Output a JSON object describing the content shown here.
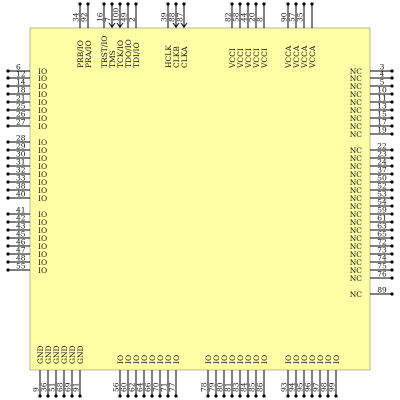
{
  "colors": {
    "body": "#ffffa6",
    "body_border": "#b8b890",
    "ink": "#111111"
  },
  "left_pins": [
    {
      "number": "6",
      "label": "IO"
    },
    {
      "number": "12",
      "label": "IO"
    },
    {
      "number": "14",
      "label": "IO"
    },
    {
      "number": "18",
      "label": "IO"
    },
    {
      "number": "21",
      "label": "IO"
    },
    {
      "number": "25",
      "label": "IO"
    },
    {
      "number": "26",
      "label": "IO"
    },
    {
      "number": "27",
      "label": "IO"
    },
    {
      "number": "28",
      "label": "IO"
    },
    {
      "number": "29",
      "label": "IO"
    },
    {
      "number": "30",
      "label": "IO"
    },
    {
      "number": "31",
      "label": "IO"
    },
    {
      "number": "32",
      "label": "IO"
    },
    {
      "number": "33",
      "label": "IO"
    },
    {
      "number": "38",
      "label": "IO"
    },
    {
      "number": "40",
      "label": "IO"
    },
    {
      "number": "41",
      "label": "IO"
    },
    {
      "number": "42",
      "label": "IO"
    },
    {
      "number": "43",
      "label": "IO"
    },
    {
      "number": "45",
      "label": "IO"
    },
    {
      "number": "46",
      "label": "IO"
    },
    {
      "number": "47",
      "label": "IO"
    },
    {
      "number": "48",
      "label": "IO"
    },
    {
      "number": "55",
      "label": "IO"
    }
  ],
  "right_pins": [
    {
      "number": "3",
      "label": "NC"
    },
    {
      "number": "4",
      "label": "NC"
    },
    {
      "number": "5",
      "label": "NC"
    },
    {
      "number": "10",
      "label": "NC"
    },
    {
      "number": "11",
      "label": "NC"
    },
    {
      "number": "13",
      "label": "NC"
    },
    {
      "number": "15",
      "label": "NC"
    },
    {
      "number": "17",
      "label": "NC"
    },
    {
      "number": "19",
      "label": "NC"
    },
    {
      "number": "22",
      "label": "NC"
    },
    {
      "number": "23",
      "label": "NC"
    },
    {
      "number": "24",
      "label": "NC"
    },
    {
      "number": "37",
      "label": "NC"
    },
    {
      "number": "50",
      "label": "NC"
    },
    {
      "number": "52",
      "label": "NC"
    },
    {
      "number": "53",
      "label": "NC"
    },
    {
      "number": "54",
      "label": "NC"
    },
    {
      "number": "59",
      "label": "NC"
    },
    {
      "number": "61",
      "label": "NC"
    },
    {
      "number": "63",
      "label": "NC"
    },
    {
      "number": "65",
      "label": "NC"
    },
    {
      "number": "72",
      "label": "NC"
    },
    {
      "number": "73",
      "label": "NC"
    },
    {
      "number": "74",
      "label": "NC"
    },
    {
      "number": "75",
      "label": "NC"
    },
    {
      "number": "76",
      "label": "NC"
    },
    {
      "number": "89",
      "label": "NC"
    }
  ],
  "top_pins": [
    {
      "number": "34",
      "label": "PRB/IO",
      "arrow": false
    },
    {
      "number": "92",
      "label": "PRA/IO",
      "arrow": false
    },
    {
      "number": "16",
      "label": "TRST/IO",
      "arrow": false
    },
    {
      "number": "7",
      "label": "TMS",
      "arrow": true
    },
    {
      "number": "100",
      "label": "TCK/IO",
      "arrow": true
    },
    {
      "number": "49",
      "label": "TDO/IO",
      "arrow": false
    },
    {
      "number": "2",
      "label": "TDI/IO",
      "arrow": false
    },
    {
      "number": "39",
      "label": "HCLK",
      "arrow": false
    },
    {
      "number": "88",
      "label": "CLKB",
      "arrow": true
    },
    {
      "number": "87",
      "label": "CLKA",
      "arrow": true
    },
    {
      "number": "82",
      "label": "VCCI",
      "arrow": false
    },
    {
      "number": "58",
      "label": "VCCI",
      "arrow": false
    },
    {
      "number": "44",
      "label": "VCCI",
      "arrow": false
    },
    {
      "number": "20",
      "label": "VCCI",
      "arrow": false
    },
    {
      "number": "8",
      "label": "VCCI",
      "arrow": false
    },
    {
      "number": "90",
      "label": "VCCA",
      "arrow": false
    },
    {
      "number": "57",
      "label": "VCCA",
      "arrow": false
    },
    {
      "number": "35",
      "label": "VCCA",
      "arrow": false
    },
    {
      "number": "",
      "label": "VCCA",
      "arrow": false
    }
  ],
  "bottom_pins": [
    {
      "number": "9",
      "label": "GND"
    },
    {
      "number": "36",
      "label": "GND"
    },
    {
      "number": "51",
      "label": "GND"
    },
    {
      "number": "68",
      "label": "GND"
    },
    {
      "number": "69",
      "label": "GND"
    },
    {
      "number": "91",
      "label": "GND"
    },
    {
      "number": "56",
      "label": "IO"
    },
    {
      "number": "60",
      "label": "IO"
    },
    {
      "number": "62",
      "label": "IO"
    },
    {
      "number": "64",
      "label": "IO"
    },
    {
      "number": "66",
      "label": "IO"
    },
    {
      "number": "70",
      "label": "IO"
    },
    {
      "number": "71",
      "label": "IO"
    },
    {
      "number": "77",
      "label": "IO"
    },
    {
      "number": "78",
      "label": "IO"
    },
    {
      "number": "79",
      "label": "IO"
    },
    {
      "number": "80",
      "label": "IO"
    },
    {
      "number": "81",
      "label": "IO"
    },
    {
      "number": "83",
      "label": "IO"
    },
    {
      "number": "84",
      "label": "IO"
    },
    {
      "number": "85",
      "label": "IO"
    },
    {
      "number": "86",
      "label": "IO"
    },
    {
      "number": "93",
      "label": "IO"
    },
    {
      "number": "94",
      "label": "IO"
    },
    {
      "number": "95",
      "label": "IO"
    },
    {
      "number": "96",
      "label": "IO"
    },
    {
      "number": "97",
      "label": "IO"
    },
    {
      "number": "98",
      "label": "IO"
    },
    {
      "number": "99",
      "label": "IO"
    }
  ]
}
